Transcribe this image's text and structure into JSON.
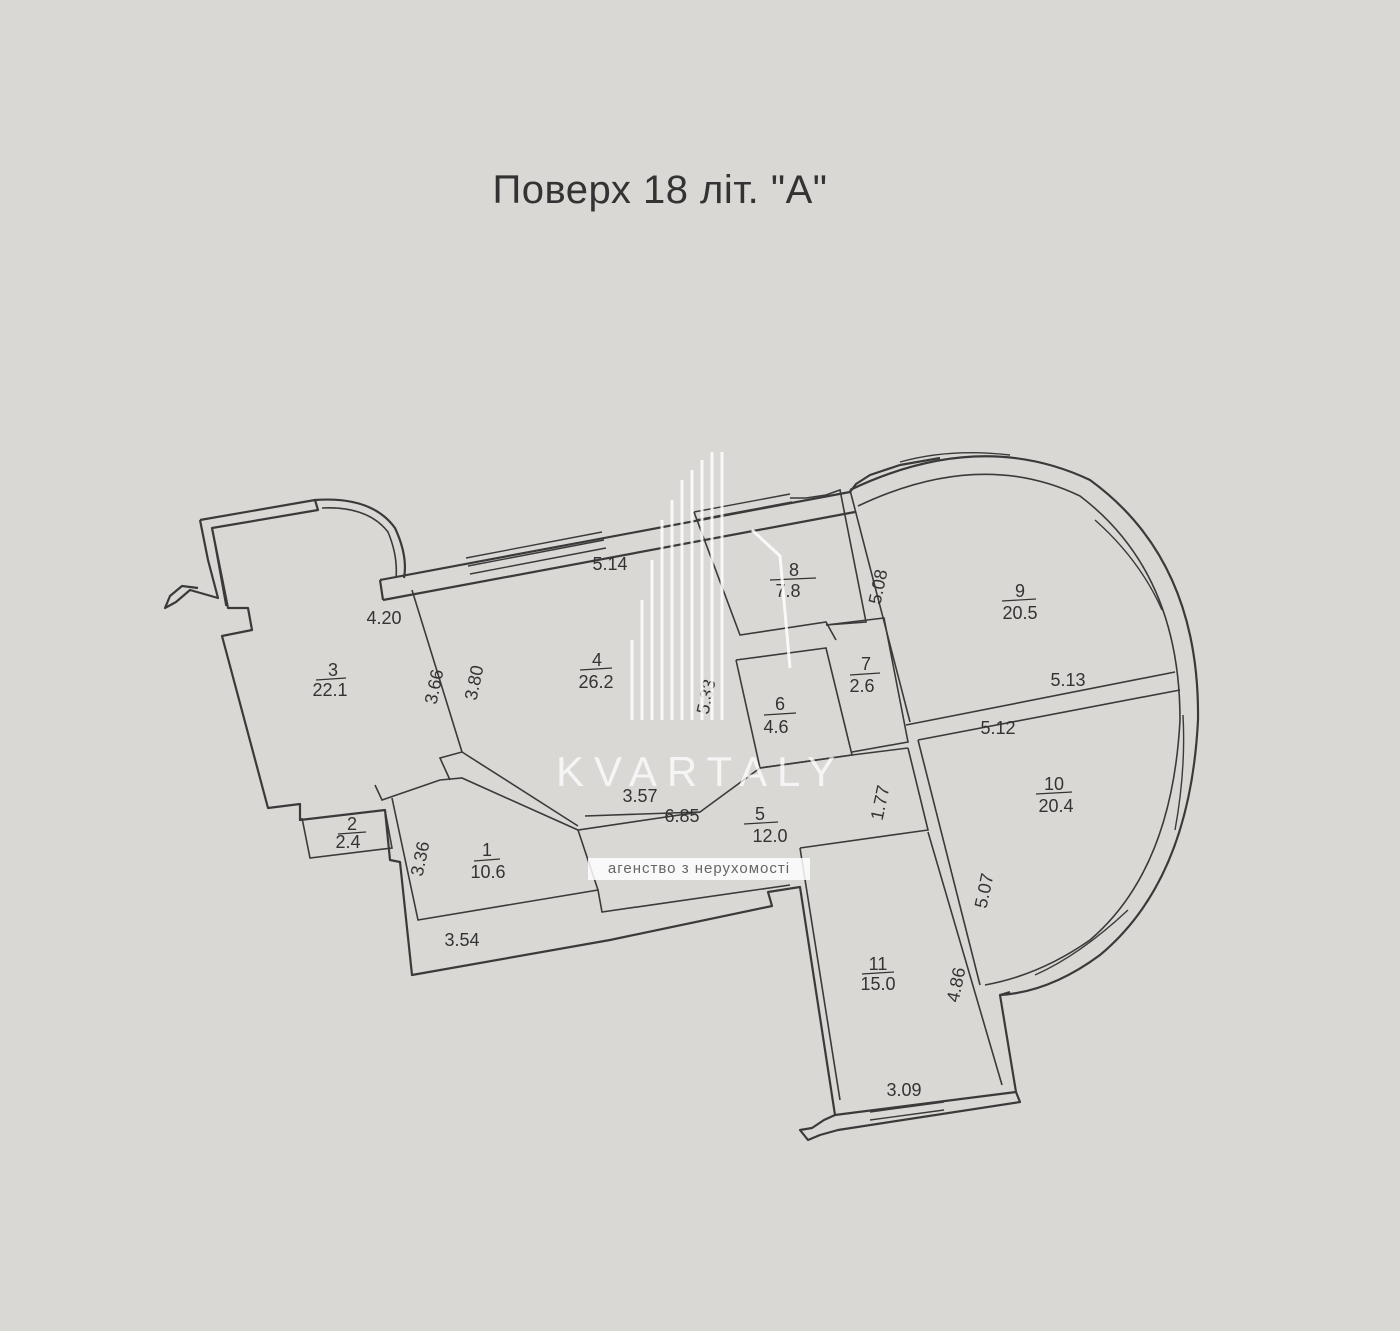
{
  "title": "Поверх 18 літ. \"А\"",
  "rooms": [
    {
      "number": "1",
      "area": "10.6"
    },
    {
      "number": "2",
      "area": "2.4"
    },
    {
      "number": "3",
      "area": "22.1"
    },
    {
      "number": "4",
      "area": "26.2"
    },
    {
      "number": "5",
      "area": "12.0"
    },
    {
      "number": "6",
      "area": "4.6"
    },
    {
      "number": "7",
      "area": "2.6"
    },
    {
      "number": "8",
      "area": "7.8"
    },
    {
      "number": "9",
      "area": "20.5"
    },
    {
      "number": "10",
      "area": "20.4"
    },
    {
      "number": "11",
      "area": "15.0"
    }
  ],
  "dimensions": [
    "5.14",
    "4.20",
    "3.66",
    "3.80",
    "5.33",
    "5.08",
    "5.13",
    "5.12",
    "1.77",
    "3.57",
    "6.85",
    "3.36",
    "3.54",
    "5.07",
    "4.86",
    "3.09"
  ],
  "watermark": {
    "brand": "KVARTALY",
    "tagline": "агенство з нерухомості"
  }
}
